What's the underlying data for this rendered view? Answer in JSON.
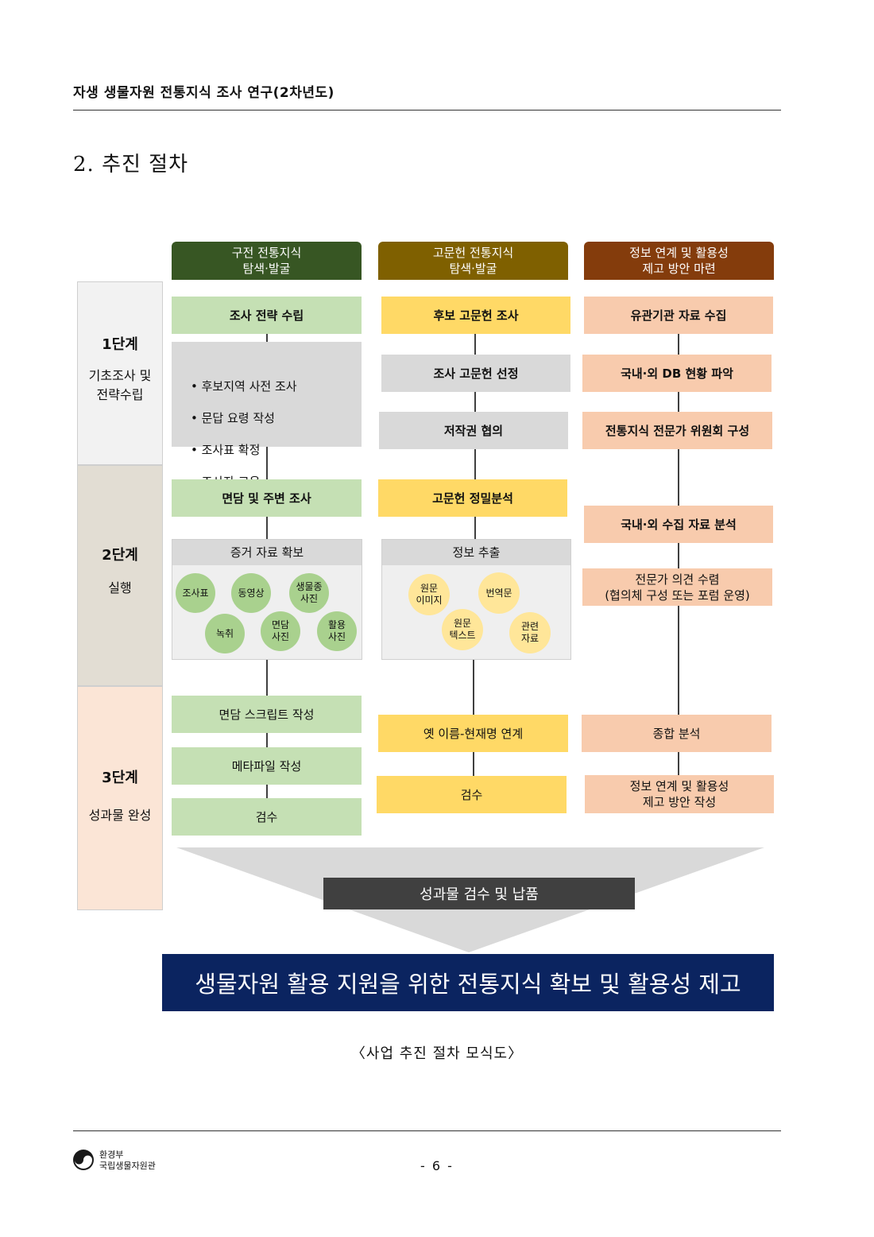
{
  "header": {
    "running_title": "자생 생물자원 전통지식 조사 연구(2차년도)"
  },
  "section_title": "2. 추진 절차",
  "stages": [
    {
      "num": "1단계",
      "desc": "기초조사 및\n전략수립",
      "color": "#f2f2f2"
    },
    {
      "num": "2단계",
      "desc": "실행",
      "color": "#e2ddd3"
    },
    {
      "num": "3단계",
      "desc": "성과물 완성",
      "color": "#fbe5d6"
    }
  ],
  "columns": {
    "oral": {
      "title": "구전 전통지식\n탐색·발굴",
      "color": "#375623",
      "s1_box": "조사 전략 수립",
      "s1_bullets": [
        "후보지역 사전 조사",
        "문답 요령 작성",
        "조사표 확정",
        "조사자 교육"
      ],
      "s2_box": "면담 및 주변 조사",
      "s2_panel_title": "증거 자료 확보",
      "s2_items": [
        "조사표",
        "동영상",
        "생물종\n사진",
        "녹취",
        "면담\n사진",
        "활용\n사진"
      ],
      "s3_items": [
        "면담 스크립트 작성",
        "메타파일 작성",
        "검수"
      ]
    },
    "ancient": {
      "title": "고문헌 전통지식\n탐색·발굴",
      "color": "#7f6000",
      "s1_items": [
        "후보 고문헌 조사",
        "조사 고문헌 선정",
        "저작권 협의"
      ],
      "s2_box": "고문헌 정밀분석",
      "s2_panel_title": "정보 추출",
      "s2_items": [
        "원문\n이미지",
        "번역문",
        "원문\n텍스트",
        "관련\n자료"
      ],
      "s3_items": [
        "옛 이름-현재명 연계",
        "검수"
      ]
    },
    "info": {
      "title": "정보 연계 및 활용성\n제고 방안 마련",
      "color": "#843c0c",
      "s1_items": [
        "유관기관 자료 수집",
        "국내·외 DB 현황 파악",
        "전통지식 전문가 위원회 구성"
      ],
      "s2_items": [
        "국내·외 수집 자료 분석",
        "전문가 의견 수렴\n(협의체 구성 또는 포럼 운영)"
      ],
      "s3_items": [
        "종합 분석",
        "정보 연계 및 활용성\n제고 방안 작성"
      ]
    }
  },
  "result_bar": "성과물 검수 및 납품",
  "goal": "생물자원 활용 지원을 위한 전통지식 확보 및 활용성 제고",
  "caption": "〈사업 추진 절차 모식도〉",
  "footer": {
    "org_line1": "환경부",
    "org_line2": "국립생물자원관",
    "org_text": "환경부\n국립생물자원관",
    "page": "- 6 -"
  }
}
